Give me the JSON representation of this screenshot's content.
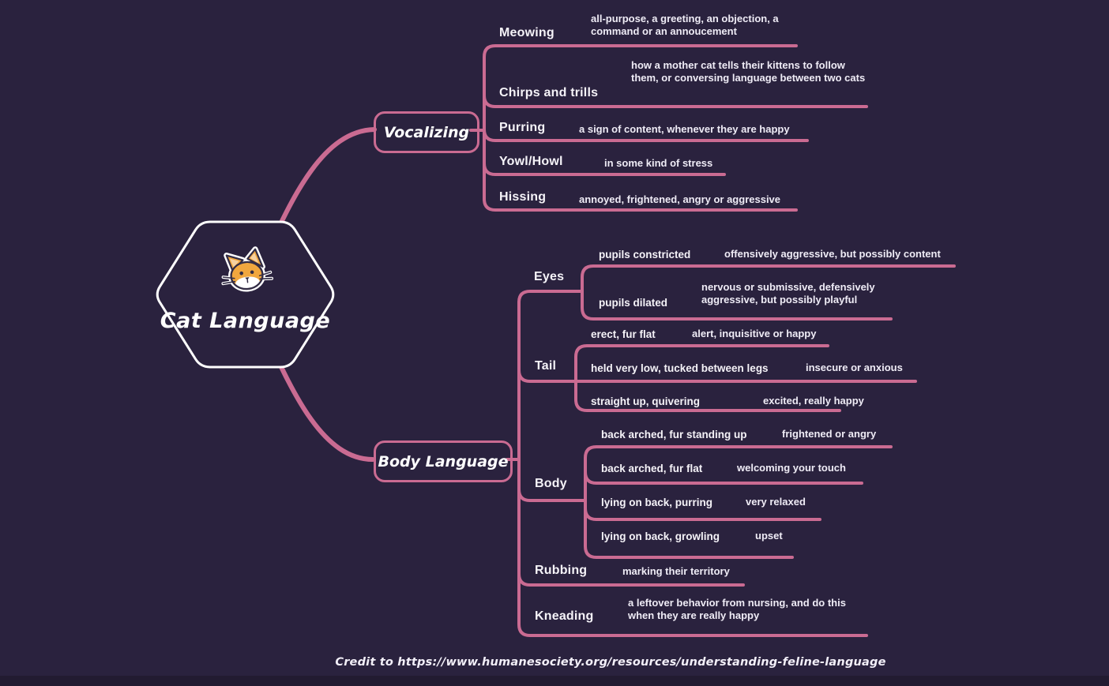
{
  "colors": {
    "background": "#2a223e",
    "accent_pink": "#ca6b92",
    "text_white": "#f5f3f8",
    "cat_orange": "#f1a73e",
    "cat_inner_ear": "#f6d1a0",
    "footer_bar": "#221b31"
  },
  "center": {
    "title": "Cat Language",
    "icon": "cat-face-icon"
  },
  "branches": [
    {
      "label": "Vocalizing",
      "children": [
        {
          "label": "Meowing",
          "desc": "all-purpose, a greeting, an objection, a command or an annoucement"
        },
        {
          "label": "Chirps and trills",
          "desc": "how a mother cat tells their kittens to follow them, or conversing language between two cats"
        },
        {
          "label": "Purring",
          "desc": "a sign of content, whenever they are happy"
        },
        {
          "label": "Yowl/Howl",
          "desc": "in some kind of stress"
        },
        {
          "label": "Hissing",
          "desc": "annoyed, frightened, angry or aggressive"
        }
      ]
    },
    {
      "label": "Body Language",
      "children": [
        {
          "label": "Eyes",
          "children": [
            {
              "label": "pupils constricted",
              "desc": "offensively aggressive, but possibly content"
            },
            {
              "label": "pupils dilated",
              "desc": "nervous or submissive, defensively aggressive, but possibly playful"
            }
          ]
        },
        {
          "label": "Tail",
          "children": [
            {
              "label": "erect, fur flat",
              "desc": "alert, inquisitive or happy"
            },
            {
              "label": "held very low, tucked between legs",
              "desc": "insecure or anxious"
            },
            {
              "label": "straight up, quivering",
              "desc": "excited, really happy"
            }
          ]
        },
        {
          "label": "Body",
          "children": [
            {
              "label": "back arched, fur standing up",
              "desc": "frightened or angry"
            },
            {
              "label": "back arched, fur flat",
              "desc": "welcoming your touch"
            },
            {
              "label": "lying on back, purring",
              "desc": "very relaxed"
            },
            {
              "label": "lying on back, growling",
              "desc": "upset"
            }
          ]
        },
        {
          "label": "Rubbing",
          "desc": "marking their territory"
        },
        {
          "label": "Kneading",
          "desc": "a leftover behavior from nursing, and do this when they are really happy"
        }
      ]
    }
  ],
  "footer": {
    "credit": "Credit to https://www.humanesociety.org/resources/understanding-feline-language"
  }
}
